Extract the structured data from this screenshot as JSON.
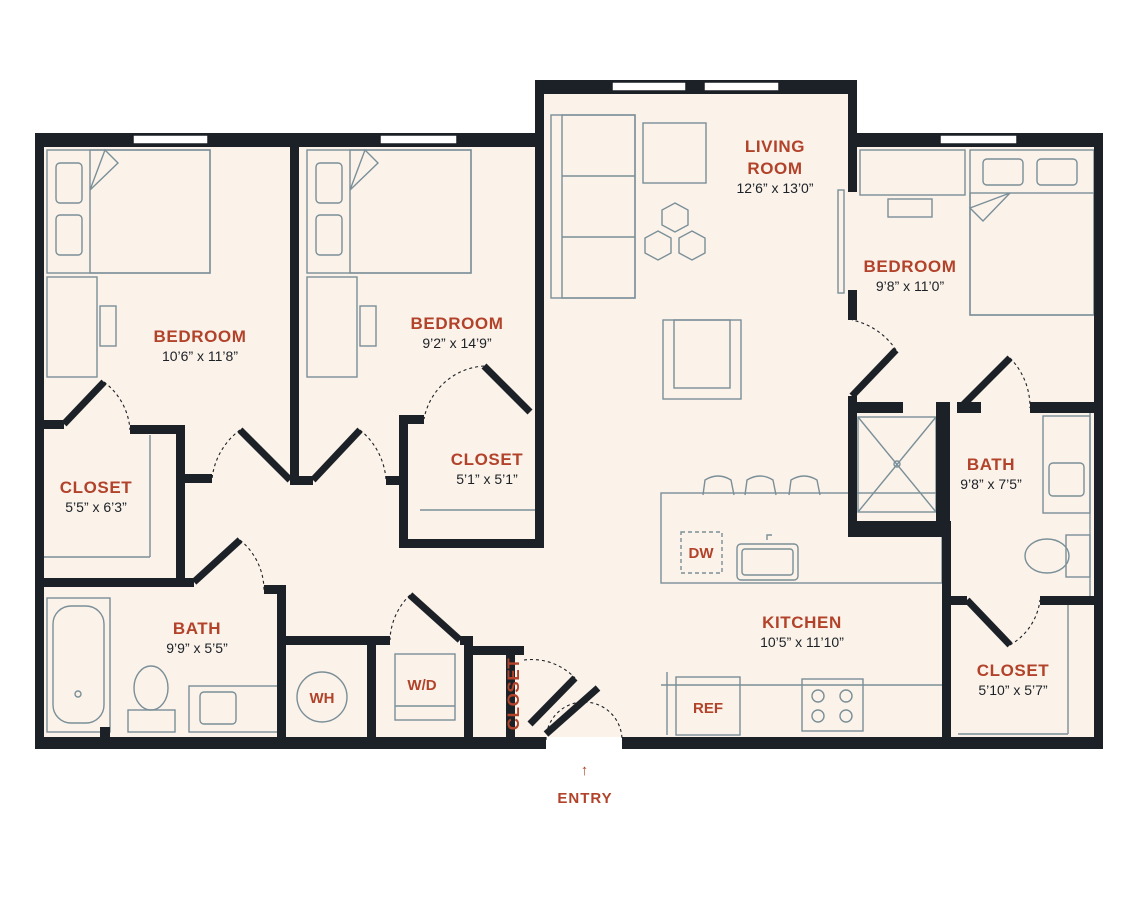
{
  "rooms": {
    "bedroom1": {
      "name": "BEDROOM",
      "dims": "10’6” x 11’8”"
    },
    "bedroom2": {
      "name": "BEDROOM",
      "dims": "9’2” x 14’9”"
    },
    "bedroom3": {
      "name": "BEDROOM",
      "dims": "9’8” x 11’0”"
    },
    "living": {
      "name_line1": "LIVING",
      "name_line2": "ROOM",
      "dims": "12’6” x 13’0”"
    },
    "closet_left": {
      "name": "CLOSET",
      "dims": "5’5” x 6’3”"
    },
    "closet_mid": {
      "name": "CLOSET",
      "dims": "5’1” x 5’1”"
    },
    "closet_right": {
      "name": "CLOSET",
      "dims": "5’10” x 5’7”"
    },
    "closet_entry": {
      "name": "CLOSET"
    },
    "bath_left": {
      "name": "BATH",
      "dims": "9’9” x 5’5”"
    },
    "bath_right": {
      "name": "BATH",
      "dims": "9’8” x 7’5”"
    },
    "kitchen": {
      "name": "KITCHEN",
      "dims": "10’5” x 11’10”"
    }
  },
  "fixtures": {
    "water_heater": "WH",
    "washer_dryer": "W/D",
    "dishwasher": "DW",
    "refrigerator": "REF"
  },
  "entry": {
    "label": "ENTRY",
    "arrow": "↑"
  },
  "colors": {
    "wall": "#1b2126",
    "floor": "#fbf2ea",
    "label": "#b2432a",
    "fixture": "#7a8f98"
  }
}
